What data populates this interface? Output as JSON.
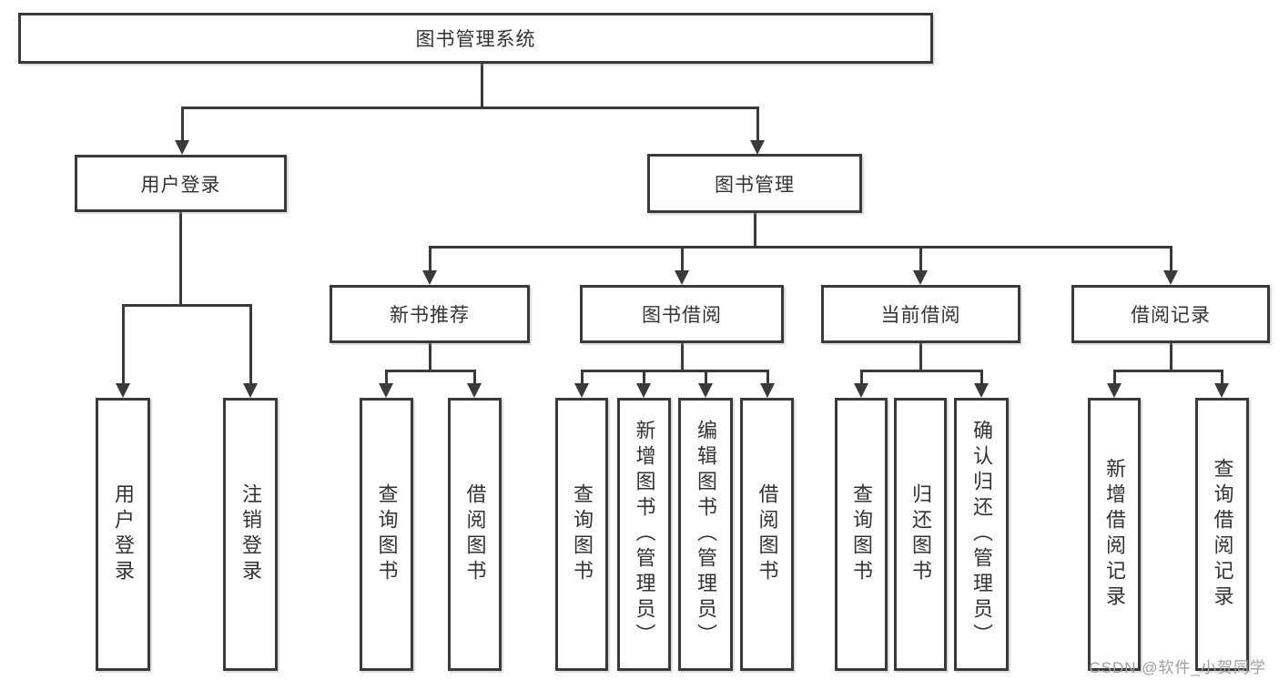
{
  "nodes": {
    "root": "图书管理系统",
    "user_login": "用户登录",
    "book_mgmt": "图书管理",
    "new_book": "新书推荐",
    "book_borrow": "图书借阅",
    "current_borrow": "当前借阅",
    "borrow_record": "借阅记录",
    "leaves": {
      "user_login_1": "用户登录",
      "user_login_2": "注销登录",
      "new_book_1": "查询图书",
      "new_book_2": "借阅图书",
      "book_borrow_1": "查询图书",
      "book_borrow_2": "新增图书（管理员）",
      "book_borrow_3": "编辑图书（管理员）",
      "book_borrow_4": "借阅图书",
      "current_borrow_1": "查询图书",
      "current_borrow_2": "归还图书",
      "current_borrow_3": "确认归还（管理员）",
      "borrow_record_1": "新增借阅记录",
      "borrow_record_2": "查询借阅记录"
    }
  },
  "watermark": "CSDN @软件_小贺同学",
  "colors": {
    "line": "#3a3a3a",
    "text": "#333333",
    "watermark": "#9e9e9e",
    "background": "#ffffff"
  }
}
